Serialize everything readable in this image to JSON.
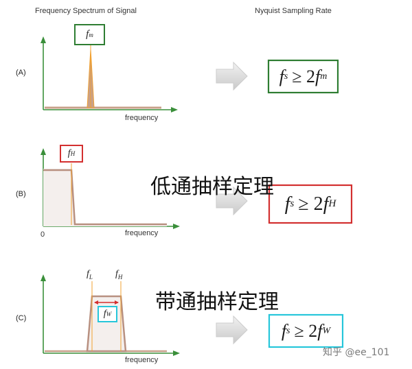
{
  "headers": {
    "left": "Frequency Spectrum of Signal",
    "right": "Nyquist Sampling Rate"
  },
  "rows": [
    {
      "label": "(A)",
      "freq_boxes": [
        "f_m"
      ],
      "formula": "f_s ≥ 2f_m",
      "axis_label": "frequency",
      "colors": {
        "box": "#2e7d32",
        "formula_border": "#2e7d32"
      }
    },
    {
      "label": "(B)",
      "freq_boxes": [
        "f_H"
      ],
      "formula": "f_s ≥ 2f_H",
      "axis_label": "frequency",
      "origin_label": "0",
      "overlay_text": "低通抽样定理",
      "colors": {
        "box": "#d32f2f",
        "formula_border": "#d32f2f"
      }
    },
    {
      "label": "(C)",
      "freq_labels": [
        "f_L",
        "f_H"
      ],
      "freq_boxes": [
        "f_W"
      ],
      "formula": "f_s ≥ 2f_W",
      "axis_label": "frequency",
      "overlay_text": "带通抽样定理",
      "colors": {
        "box": "#26c6da",
        "formula_border": "#26c6da"
      }
    }
  ],
  "watermark": "知乎 @ee_101",
  "colors": {
    "axis": "#3a8f3a",
    "signal_fill": "#c8a08a",
    "signal_edge": "#f0a030",
    "arrow": "#dcdcdc"
  }
}
